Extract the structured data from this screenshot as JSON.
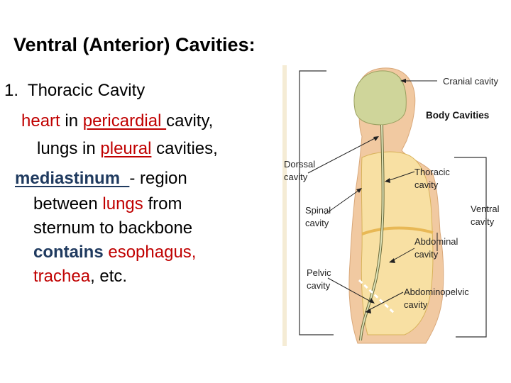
{
  "title": "Ventral (Anterior) Cavities:",
  "list": {
    "item1": "1.  Thoracic Cavity",
    "l2a": "heart",
    "l2b": " in ",
    "l2c": "pericardial ",
    "l2d": "cavity,",
    "l3a": "lungs in ",
    "l3b": "pleural",
    "l3c": " cavities,",
    "l4a": "mediastinum  ",
    "l4b": "- region",
    "l5a": "between ",
    "l5b": "lungs",
    "l5c": " from",
    "l6": "sternum to backbone",
    "l7a": "contains",
    "l7b": " ",
    "l7c": "esophagus,",
    "l8a": "trachea",
    "l8b": ", etc."
  },
  "diagram": {
    "heading": "Body Cavities",
    "cranial": "Cranial cavity",
    "dorsal1": "Dorssal",
    "dorsal2": "cavity",
    "thoracic1": "Thoracic",
    "thoracic2": "cavity",
    "spinal1": "Spinal",
    "spinal2": "cavity",
    "ventral1": "Ventral",
    "ventral2": "cavity",
    "abdominal1": "Abdominal",
    "abdominal2": "cavity",
    "pelvic1": "Pelvic",
    "pelvic2": "cavity",
    "abdpelvic1": "Abdominopelvic",
    "abdpelvic2": "cavity"
  },
  "colors": {
    "accent_red": "#c00000",
    "skin": "#f1c9a1",
    "cavity_fill": "#f8e0a3",
    "head_fill": "#cfd59a"
  }
}
